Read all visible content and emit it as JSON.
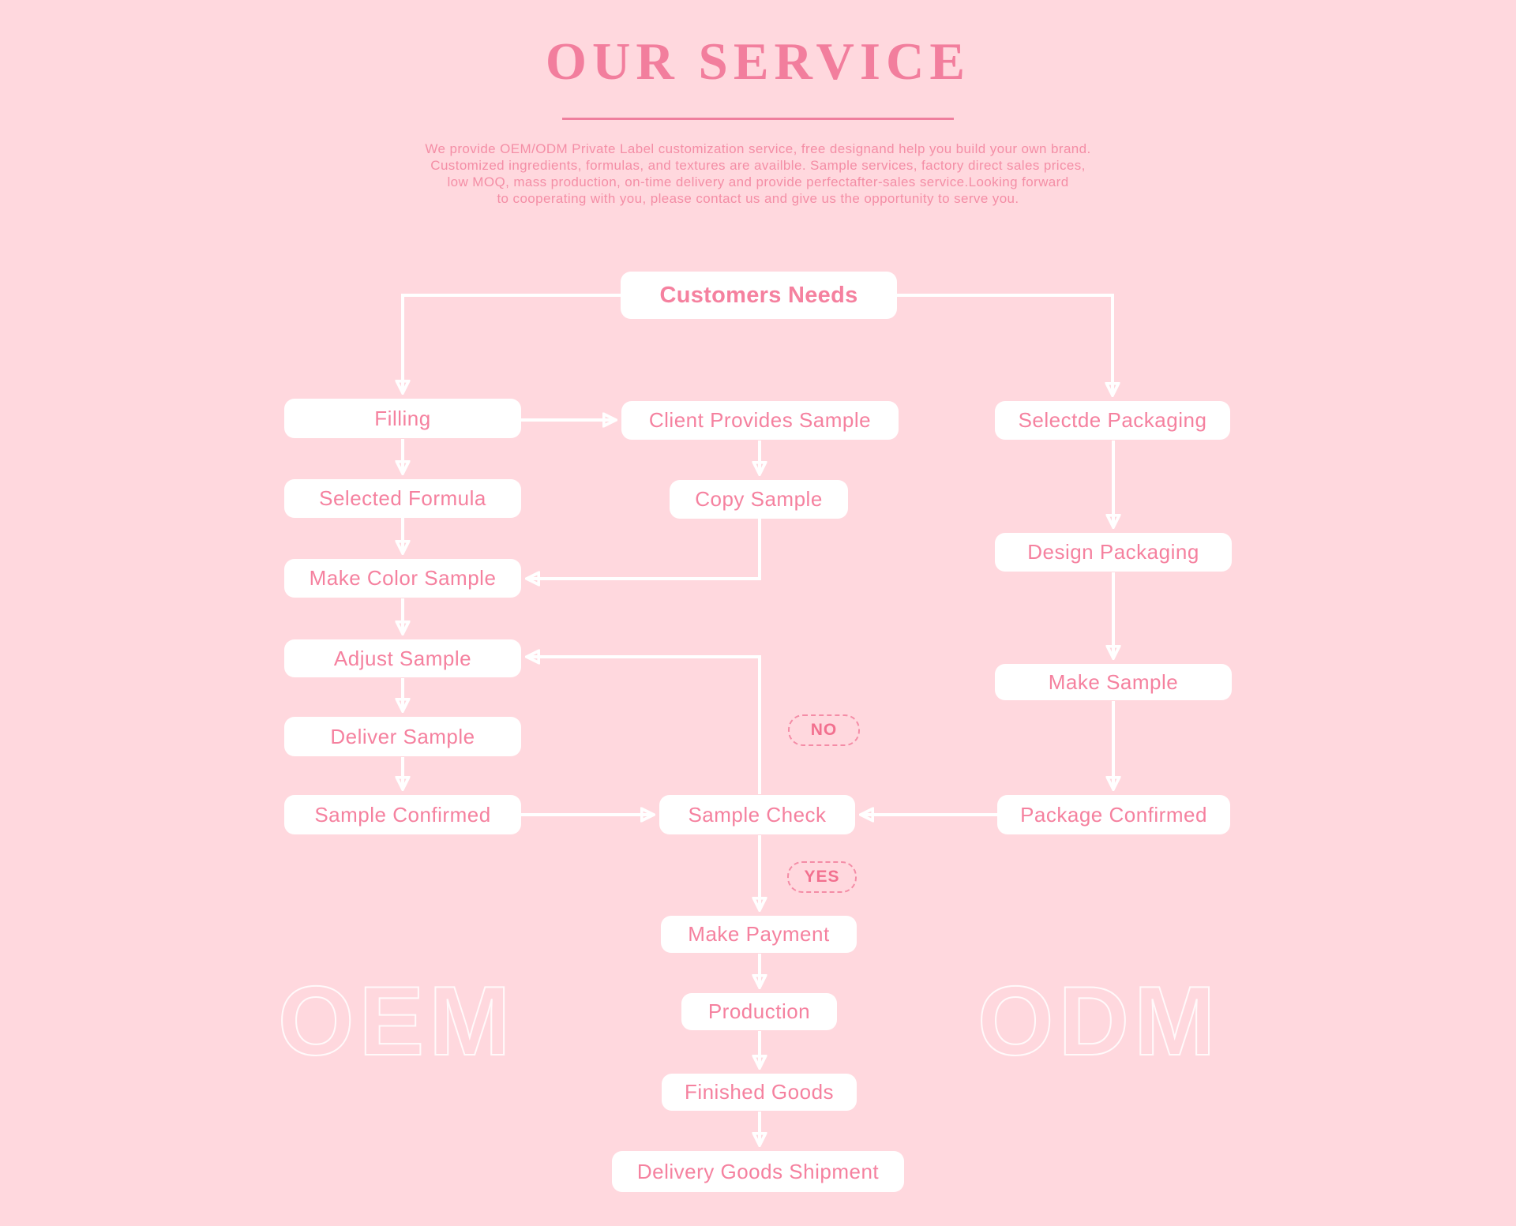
{
  "page": {
    "background_color": "#ffd8de",
    "box_color": "#ffffff",
    "text_pink": "#f5819f",
    "title_pink": "#f27e9d",
    "line_color": "#ffffff"
  },
  "header": {
    "title": "OUR SERVICE",
    "description_lines": [
      "We provide OEM/ODM Private Label customization service, free designand help you build your own brand.",
      "Customized ingredients, formulas, and textures are availble. Sample services, factory direct sales prices,",
      "low MOQ, mass production, on-time delivery and provide perfectafter-sales service.Looking forward",
      "to cooperating with you, please contact us and give us the opportunity to serve you."
    ]
  },
  "flowchart": {
    "nodes": {
      "customers_needs": "Customers Needs",
      "filling": "Filling",
      "selected_formula": "Selected Formula",
      "make_color_sample": "Make Color Sample",
      "adjust_sample": "Adjust Sample",
      "deliver_sample": "Deliver Sample",
      "sample_confirmed": "Sample Confirmed",
      "client_provides_sample": "Client Provides Sample",
      "copy_sample": "Copy Sample",
      "sample_check": "Sample Check",
      "make_payment": "Make Payment",
      "production": "Production",
      "finished_goods": "Finished Goods",
      "delivery_goods_shipment": "Delivery Goods Shipment",
      "selectde_packaging": "Selectde Packaging",
      "design_packaging": "Design Packaging",
      "make_sample": "Make Sample",
      "package_confirmed": "Package Confirmed"
    },
    "badges": {
      "no": "NO",
      "yes": "YES"
    },
    "watermarks": {
      "left": "OEM",
      "right": "ODM"
    },
    "edges": [
      {
        "from": "customers_needs",
        "to": "filling"
      },
      {
        "from": "customers_needs",
        "to": "selectde_packaging"
      },
      {
        "from": "filling",
        "to": "client_provides_sample"
      },
      {
        "from": "filling",
        "to": "selected_formula"
      },
      {
        "from": "selected_formula",
        "to": "make_color_sample"
      },
      {
        "from": "client_provides_sample",
        "to": "copy_sample"
      },
      {
        "from": "copy_sample",
        "to": "make_color_sample"
      },
      {
        "from": "make_color_sample",
        "to": "adjust_sample"
      },
      {
        "from": "adjust_sample",
        "to": "deliver_sample"
      },
      {
        "from": "deliver_sample",
        "to": "sample_confirmed"
      },
      {
        "from": "sample_confirmed",
        "to": "sample_check"
      },
      {
        "from": "package_confirmed",
        "to": "sample_check"
      },
      {
        "from": "sample_check",
        "to": "adjust_sample",
        "label": "NO"
      },
      {
        "from": "sample_check",
        "to": "make_payment",
        "label": "YES"
      },
      {
        "from": "make_payment",
        "to": "production"
      },
      {
        "from": "production",
        "to": "finished_goods"
      },
      {
        "from": "finished_goods",
        "to": "delivery_goods_shipment"
      },
      {
        "from": "selectde_packaging",
        "to": "design_packaging"
      },
      {
        "from": "design_packaging",
        "to": "make_sample"
      },
      {
        "from": "make_sample",
        "to": "package_confirmed"
      }
    ]
  }
}
